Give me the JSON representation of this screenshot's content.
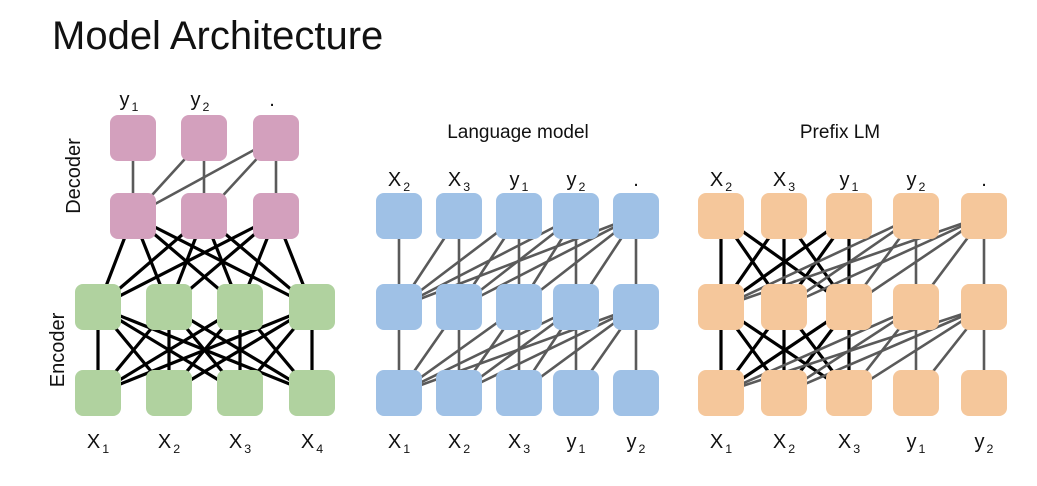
{
  "title": "Model Architecture",
  "colors": {
    "decoder": "#d3a0bd",
    "encoder": "#b0d29f",
    "language_model": "#9fc1e6",
    "prefix_lm": "#f5c79b",
    "edge_gray": "#5a5a5a",
    "edge_black": "#000000"
  },
  "panels": {
    "encoder_decoder": {
      "decoder_label": "Decoder",
      "encoder_label": "Encoder",
      "outputs": [
        {
          "main": "y",
          "sub": "1"
        },
        {
          "main": "y",
          "sub": "2"
        },
        {
          "main": ".",
          "sub": ""
        }
      ],
      "inputs": [
        {
          "main": "X",
          "sub": "1"
        },
        {
          "main": "X",
          "sub": "2"
        },
        {
          "main": "X",
          "sub": "3"
        },
        {
          "main": "X",
          "sub": "4"
        }
      ]
    },
    "language_model": {
      "title": "Language model",
      "outputs": [
        {
          "main": "X",
          "sub": "2"
        },
        {
          "main": "X",
          "sub": "3"
        },
        {
          "main": "y",
          "sub": "1"
        },
        {
          "main": "y",
          "sub": "2"
        },
        {
          "main": ".",
          "sub": ""
        }
      ],
      "inputs": [
        {
          "main": "X",
          "sub": "1"
        },
        {
          "main": "X",
          "sub": "2"
        },
        {
          "main": "X",
          "sub": "3"
        },
        {
          "main": "y",
          "sub": "1"
        },
        {
          "main": "y",
          "sub": "2"
        }
      ]
    },
    "prefix_lm": {
      "title": "Prefix LM",
      "outputs": [
        {
          "main": "X",
          "sub": "2"
        },
        {
          "main": "X",
          "sub": "3"
        },
        {
          "main": "y",
          "sub": "1"
        },
        {
          "main": "y",
          "sub": "2"
        },
        {
          "main": ".",
          "sub": ""
        }
      ],
      "inputs": [
        {
          "main": "X",
          "sub": "1"
        },
        {
          "main": "X",
          "sub": "2"
        },
        {
          "main": "X",
          "sub": "3"
        },
        {
          "main": "y",
          "sub": "1"
        },
        {
          "main": "y",
          "sub": "2"
        }
      ]
    }
  }
}
